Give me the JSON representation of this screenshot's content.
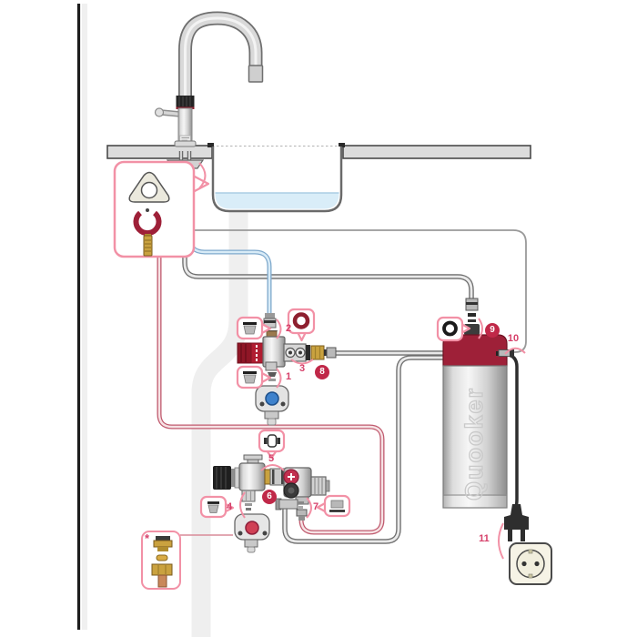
{
  "diagram_title": "boiling-water-tap-installation-diagram",
  "tank": {
    "brand": "Quooker"
  },
  "labels": {
    "l1": "1",
    "l2": "2",
    "l3": "3",
    "l4": "4",
    "l5": "5",
    "l6": "6",
    "l7": "7",
    "l8": "8",
    "l9": "9",
    "l10": "10",
    "l11": "11",
    "asterisk": "*"
  },
  "icons": {
    "boxA": [
      "mounting-bracket",
      "clamp-ring",
      "threaded-pin"
    ],
    "boxB": [
      "compression-fitting",
      "brass-olive",
      "nut-with-copper-pipe"
    ],
    "bubbles": [
      "filter",
      "o-ring-red",
      "filter",
      "filter",
      "coupling",
      "washer",
      "o-ring-black"
    ]
  },
  "colors": {
    "callout_pink": "#f291a6",
    "label_red": "#d6406a",
    "badge_red": "#c02848",
    "tank_red": "#9e2038",
    "valve_red": "#b01d31",
    "tube_red": "#c05a6e",
    "tube_blue": "#7fa9cc",
    "water_blue": "#d9edf8"
  }
}
